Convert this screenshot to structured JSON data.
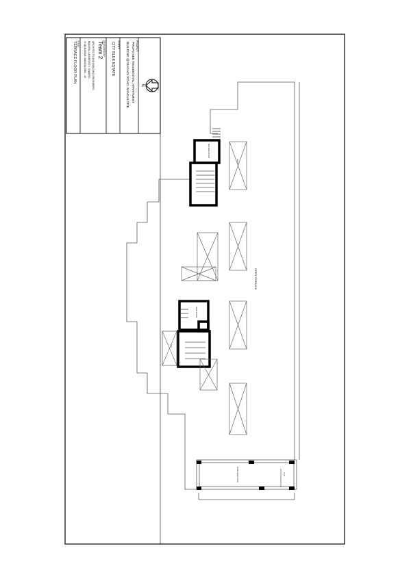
{
  "title_block": {
    "title_label": "TITLE:",
    "title": "TERRACE FLOOR PLAN",
    "designed_by_label": "DESIGNED BY:",
    "designer": "Team 2",
    "designer_lines": [
      "ARCHITECTS AND BUILDING ENGINEERS",
      "MANIPAL UNIVERSITY TOWERS",
      "VIJAYNAGAR, BANGALORE - 40"
    ],
    "client_label": "CLIENT:",
    "client": "CITY BLUE ESTATE",
    "project_label": "PROJECT:",
    "project_lines": [
      "PROPOSED RESIDENTIAL APARTMENT",
      "BUILDING @ MAGADI ROAD, BANGALORE."
    ],
    "north_label": "N",
    "north_icon": "north-arrow-icon"
  },
  "plan": {
    "terrace_label": "OPEN TERRACE",
    "rooms": [
      "MACHINE ROOM",
      "LIFT",
      "DUCT",
      "HEAD ROOM",
      "OVER HEAD TANK"
    ],
    "dimension": "4'-0\""
  }
}
